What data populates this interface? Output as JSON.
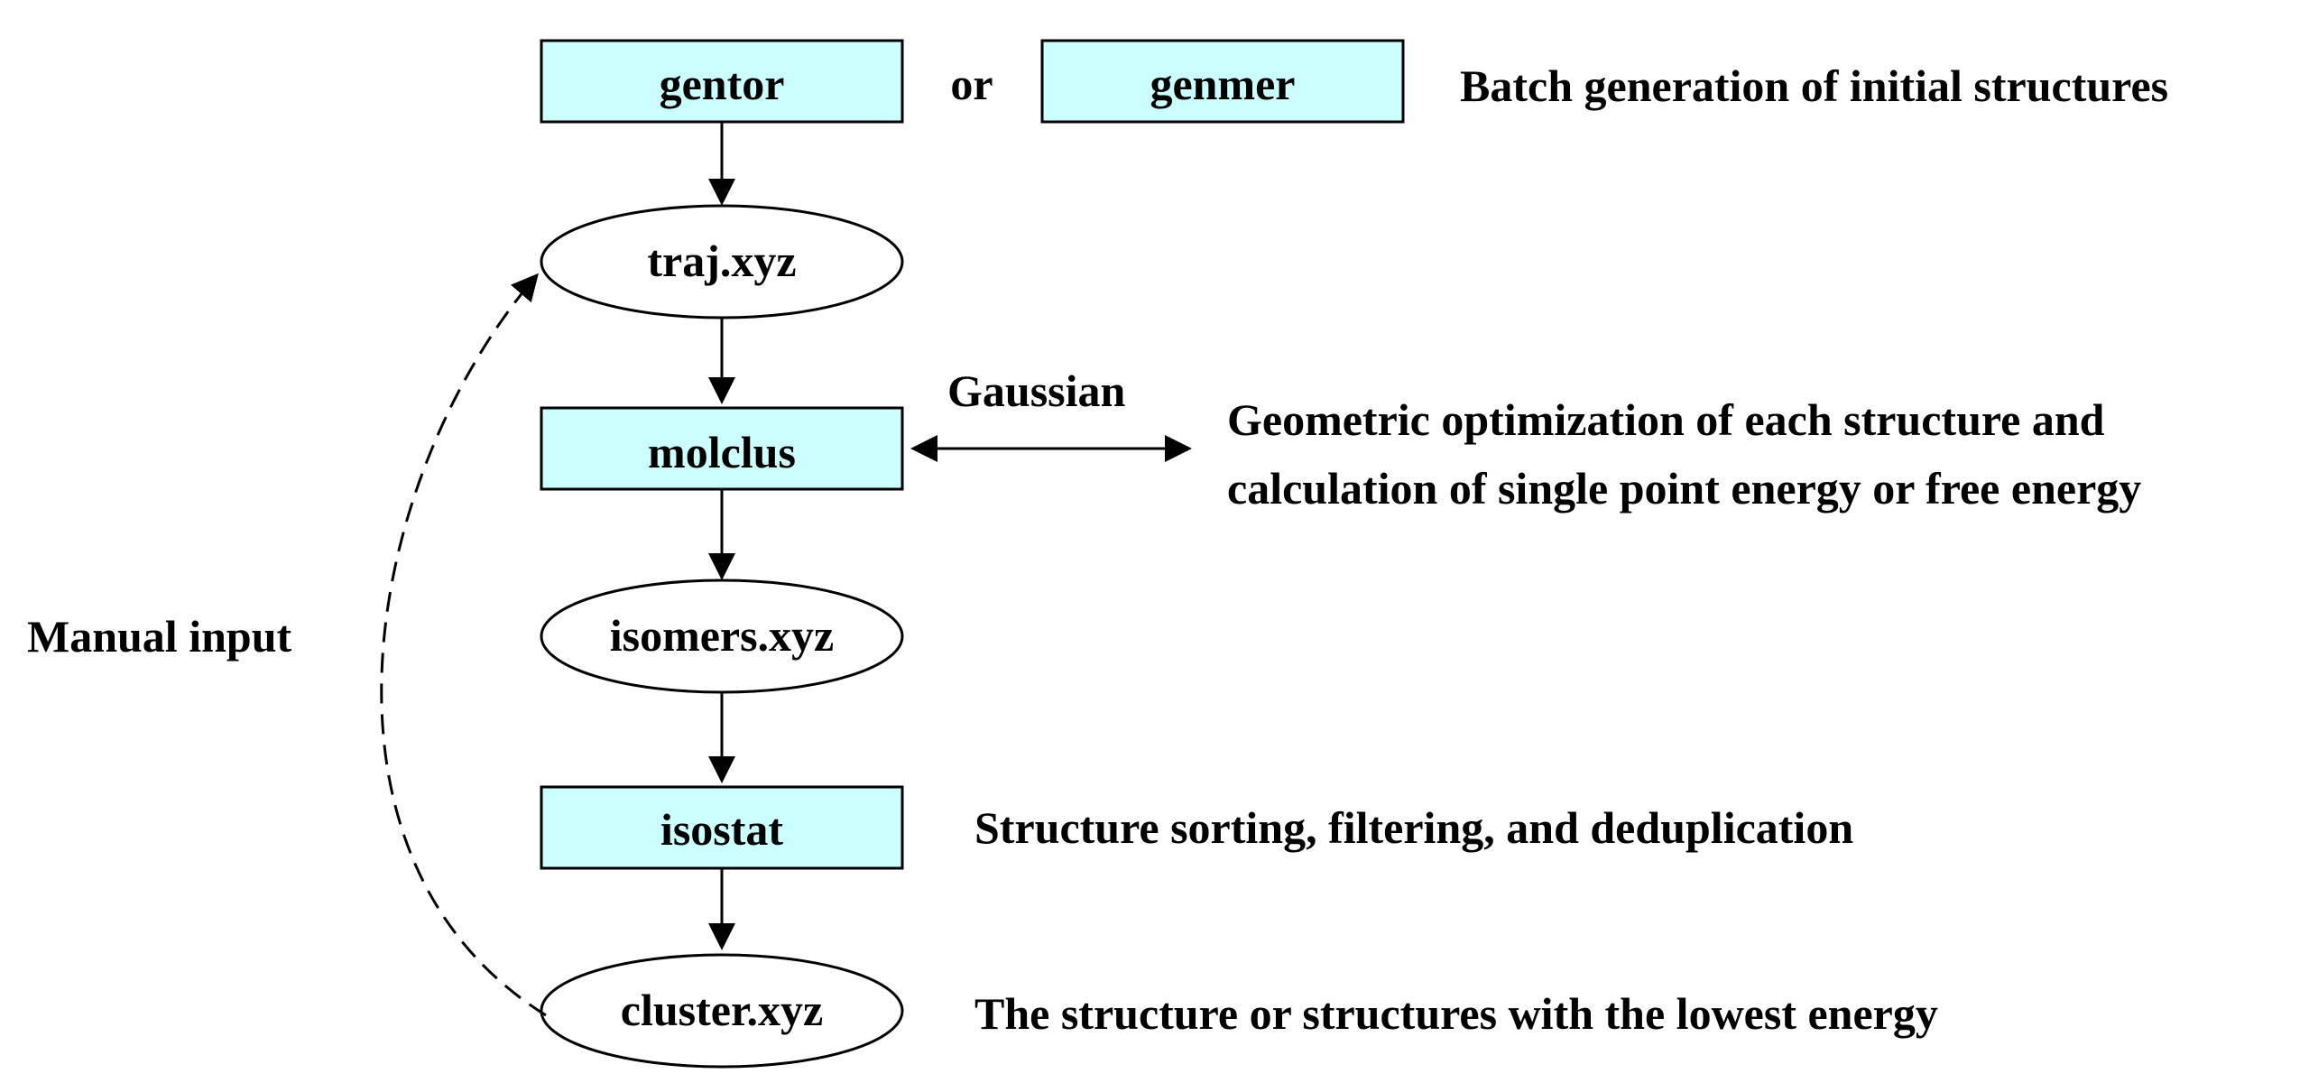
{
  "colors": {
    "box_fill": "#ccffff",
    "stroke": "#000000",
    "text": "#000000"
  },
  "nodes": {
    "gentor": "gentor",
    "or": "or",
    "genmer": "genmer",
    "traj": "traj.xyz",
    "molclus": "molclus",
    "isomers": "isomers.xyz",
    "isostat": "isostat",
    "cluster": "cluster.xyz"
  },
  "labels": {
    "batch": "Batch generation of initial structures",
    "gaussian": "Gaussian",
    "geometric_line1": "Geometric optimization of each structure and",
    "geometric_line2": "calculation of single point energy or free energy",
    "manual": "Manual input",
    "sorting": "Structure sorting, filtering, and deduplication",
    "lowest": "The structure or structures with the lowest energy"
  }
}
